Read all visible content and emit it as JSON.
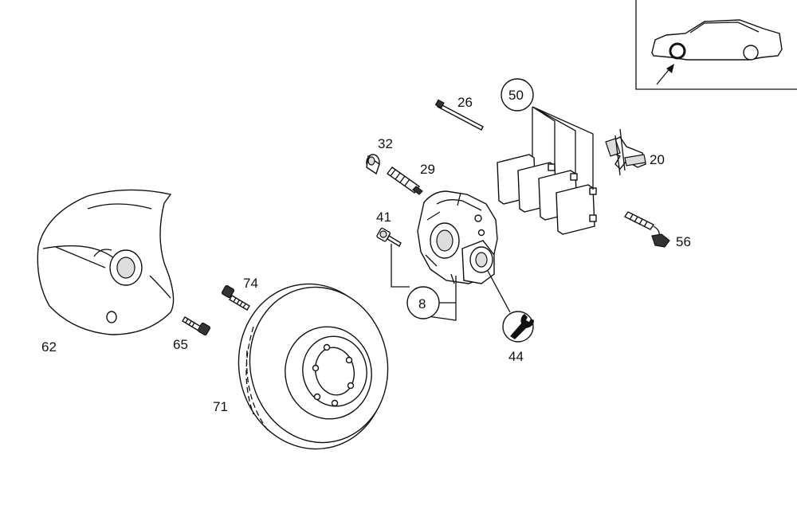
{
  "callouts": [
    {
      "id": "26",
      "label": "26"
    },
    {
      "id": "50",
      "label": "50"
    },
    {
      "id": "32",
      "label": "32"
    },
    {
      "id": "29",
      "label": "29"
    },
    {
      "id": "20",
      "label": "20"
    },
    {
      "id": "41",
      "label": "41"
    },
    {
      "id": "56",
      "label": "56"
    },
    {
      "id": "74",
      "label": "74"
    },
    {
      "id": "8",
      "label": "8"
    },
    {
      "id": "62",
      "label": "62"
    },
    {
      "id": "65",
      "label": "65"
    },
    {
      "id": "44",
      "label": "44"
    },
    {
      "id": "71",
      "label": "71"
    }
  ],
  "inset": {
    "icon": "car-location-icon"
  },
  "icons": {
    "tool": "wrench-icon"
  }
}
